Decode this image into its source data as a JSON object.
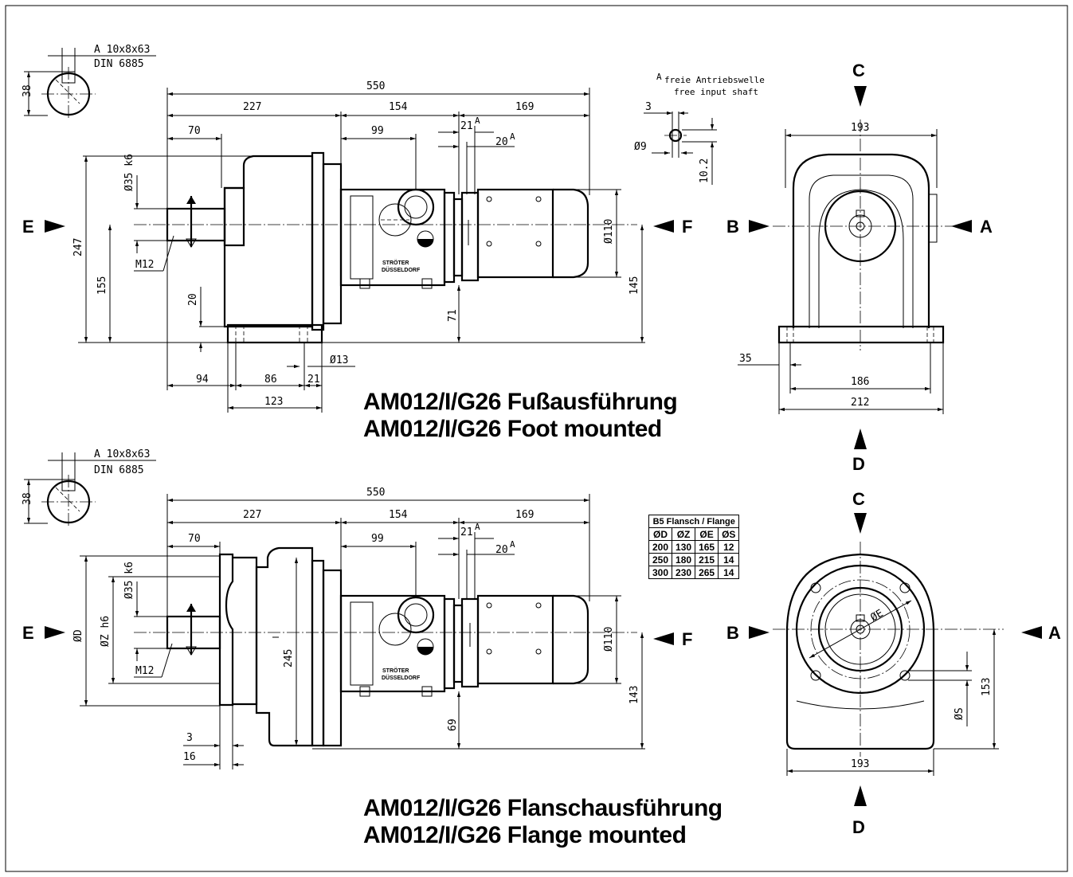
{
  "key_top": {
    "spec": "A 10x8x63",
    "std": "DIN 6885",
    "dim": "38"
  },
  "key_bottom": {
    "spec": "A 10x8x63",
    "std": "DIN 6885",
    "dim": "38"
  },
  "foot_view": {
    "d_550": "550",
    "d_227": "227",
    "d_154": "154",
    "d_169": "169",
    "d_70": "70",
    "d_99": "99",
    "d_21": "21",
    "d_20": "20",
    "sup_a": "A",
    "shaft": "Ø35 k6",
    "m12": "M12",
    "d_247": "247",
    "d_155": "155",
    "d_20b": "20",
    "d_71": "71",
    "d_110": "Ø110",
    "d_145": "145",
    "d_13": "Ø13",
    "d_94": "94",
    "d_86": "86",
    "d_21b": "21",
    "d_123": "123",
    "brand1": "STRÖTER",
    "brand2": "DÜSSELDORF"
  },
  "input_shaft": {
    "note1": "freie Antriebswelle",
    "note2": "free input shaft",
    "sup_a": "A",
    "d_3": "3",
    "d_9": "Ø9",
    "d_102": "10.2"
  },
  "end_view_top": {
    "d_193": "193",
    "d_35": "35",
    "d_186": "186",
    "d_212": "212"
  },
  "flange_view": {
    "d_550": "550",
    "d_227": "227",
    "d_154": "154",
    "d_169": "169",
    "d_70": "70",
    "d_99": "99",
    "d_21": "21",
    "d_20": "20",
    "sup_a": "A",
    "shaft": "Ø35 k6",
    "m12": "M12",
    "od": "ØD",
    "oz": "ØZ h6",
    "d_245": "245",
    "d_69": "69",
    "d_110": "Ø110",
    "d_143": "143",
    "d_3": "3",
    "d_16": "16",
    "brand1": "STRÖTER",
    "brand2": "DÜSSELDORF"
  },
  "end_view_bottom": {
    "oe": "ØE",
    "os": "ØS",
    "d_153": "153",
    "d_193": "193"
  },
  "arrows": {
    "e": "E",
    "f": "F",
    "a": "A",
    "b": "B",
    "c": "C",
    "d": "D"
  },
  "titles": {
    "foot_de": "AM012/I/G26 Fußausführung",
    "foot_en": "AM012/I/G26 Foot mounted",
    "flange_de": "AM012/I/G26 Flanschausführung",
    "flange_en": "AM012/I/G26 Flange mounted"
  },
  "flange_table": {
    "caption": "B5 Flansch / Flange",
    "headers": [
      "ØD",
      "ØZ",
      "ØE",
      "ØS"
    ],
    "rows": [
      [
        "200",
        "130",
        "165",
        "12"
      ],
      [
        "250",
        "180",
        "215",
        "14"
      ],
      [
        "300",
        "230",
        "265",
        "14"
      ]
    ]
  }
}
